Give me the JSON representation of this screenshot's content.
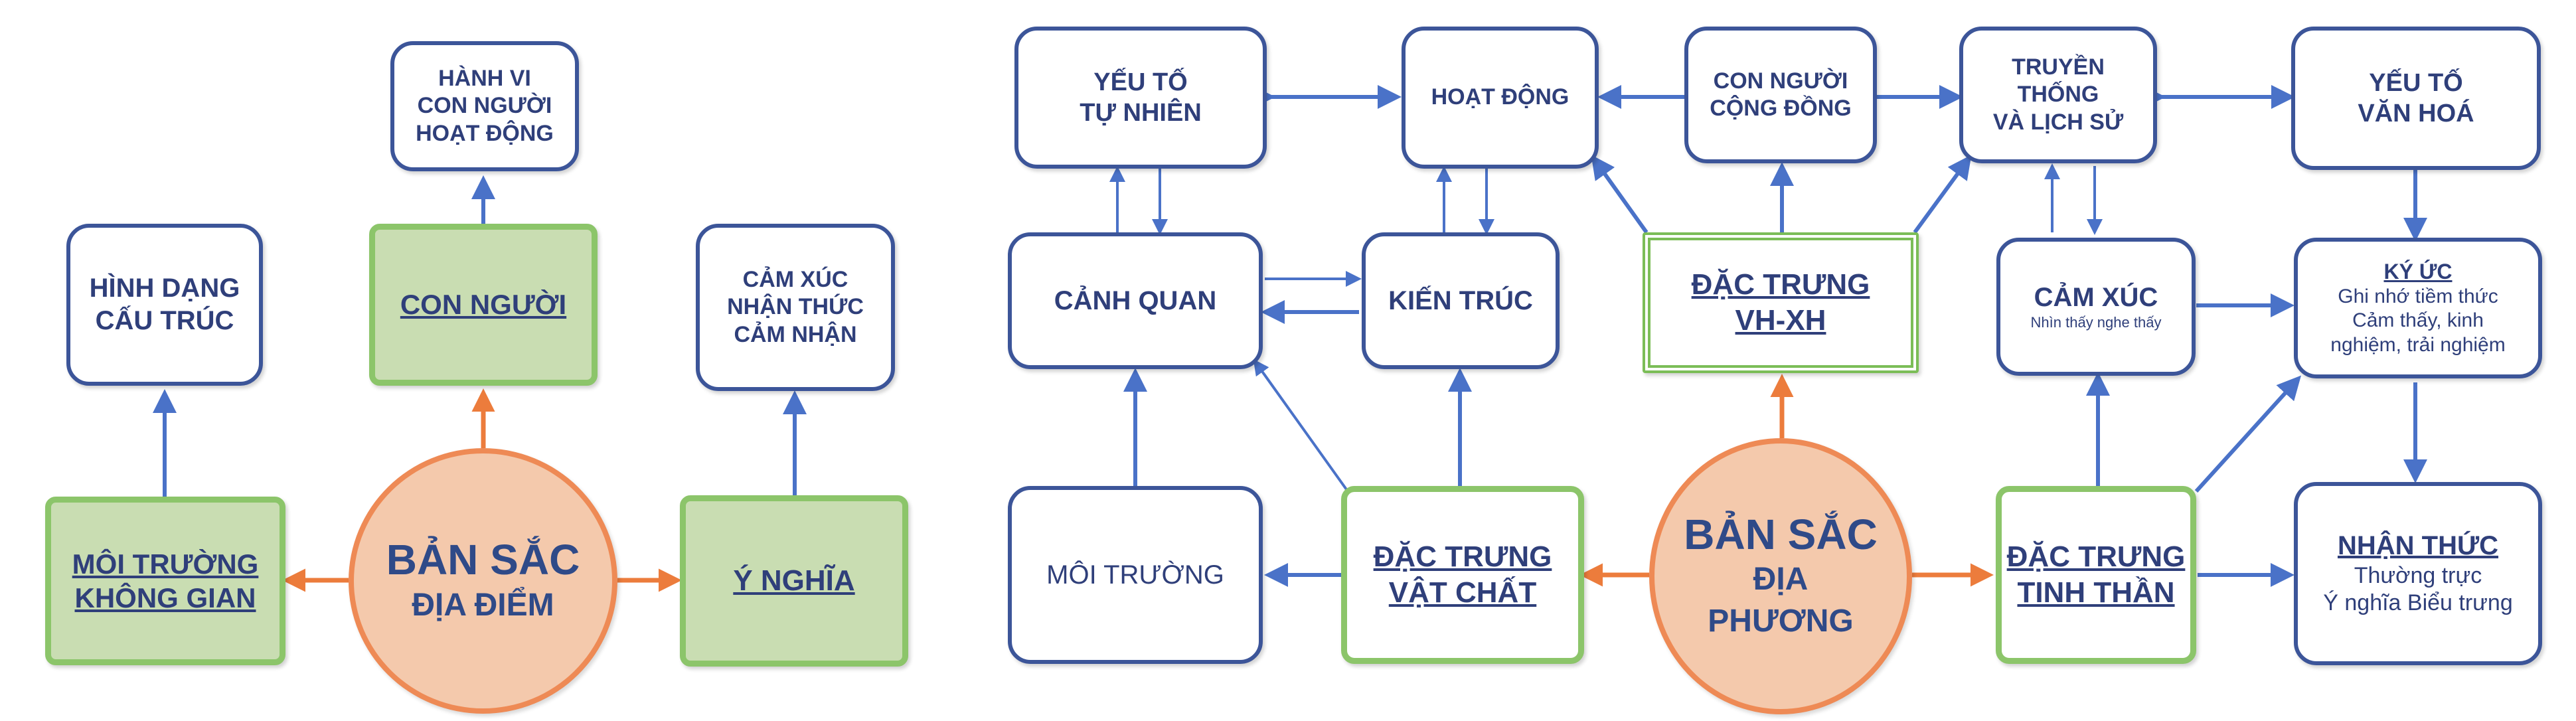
{
  "left": {
    "hanh_vi": [
      "HÀNH VI",
      "CON NGƯỜI",
      "HOẠT ĐỘNG"
    ],
    "hinh_dang": [
      "HÌNH DẠNG",
      "CẤU TRÚC"
    ],
    "con_nguoi": "CON NGƯỜI",
    "cam_xuc": [
      "CẢM XÚC",
      "NHẬN THỨC",
      "CẢM NHẬN"
    ],
    "moi_truong": [
      "MÔI TRƯỜNG",
      "KHÔNG GIAN"
    ],
    "ban_sac": [
      "BẢN SẮC",
      "ĐỊA ĐIỂM"
    ],
    "y_nghia": "Ý NGHĨA"
  },
  "right": {
    "yeu_to_tn": [
      "YẾU TỐ",
      "TỰ NHIÊN"
    ],
    "hoat_dong": "HOẠT ĐỘNG",
    "con_nguoi_cd": [
      "CON NGƯỜI",
      "CỘNG ĐỒNG"
    ],
    "truyen_thong": [
      "TRUYỀN",
      "THỐNG",
      "VÀ LỊCH SỬ"
    ],
    "yeu_to_vh": [
      "YẾU TỐ",
      "VĂN HOÁ"
    ],
    "canh_quan": "CẢNH QUAN",
    "kien_truc": "KIẾN TRÚC",
    "dac_trung_vhxh": [
      "ĐẶC TRƯNG",
      "VH-XH"
    ],
    "cam_xuc": "CẢM XÚC",
    "cam_xuc_sub": "Nhìn thấy nghe thấy",
    "ky_uc_title": "KÝ ỨC",
    "ky_uc_lines": [
      "Ghi nhớ tiềm thức",
      "Cảm thấy, kinh",
      "nghiệm, trải nghiệm"
    ],
    "moi_truong": "MÔI TRƯỜNG",
    "dac_trung_vc": [
      "ĐẶC TRƯNG",
      "VẬT CHẤT"
    ],
    "ban_sac": [
      "BẢN SẮC",
      "ĐỊA",
      "PHƯƠNG"
    ],
    "dac_trung_tt": [
      "ĐẶC TRƯNG",
      "TINH THẦN"
    ],
    "nhan_thuc_title": "NHẬN THỨC",
    "nhan_thuc_lines": [
      "Thường trực",
      "Ý nghĩa Biểu trưng"
    ]
  },
  "colors": {
    "box_border": "#3c5599",
    "arrow_blue": "#4a72c8",
    "arrow_orange": "#ec7c3c",
    "green_fill": "#c9ddb2",
    "green_border": "#8cc56a",
    "circle_fill": "#f4c9ac",
    "text": "#2f3f7a"
  }
}
